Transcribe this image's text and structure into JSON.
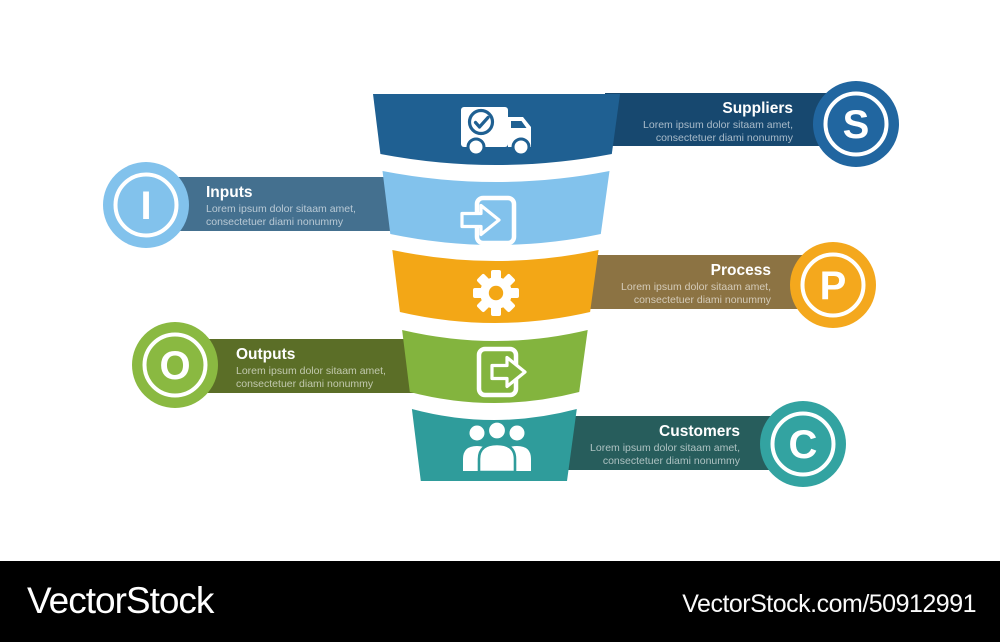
{
  "background_color": "#ffffff",
  "diagram_type": "SIPOC funnel infographic",
  "steps": [
    {
      "id": "suppliers",
      "letter": "S",
      "title": "Suppliers",
      "desc1": "Lorem ipsum dolor sitaam amet,",
      "desc2": "consectetuer diami nonummy",
      "side": "right",
      "segment_color": "#1f6092",
      "banner_color": "#17486f",
      "circle_color": "#2166a0",
      "icon": "truck-check-icon"
    },
    {
      "id": "inputs",
      "letter": "I",
      "title": "Inputs",
      "desc1": "Lorem ipsum dolor sitaam amet,",
      "desc2": "consectetuer diami nonummy",
      "side": "left",
      "segment_color": "#82c2ec",
      "banner_color": "#44708f",
      "circle_color": "#82c2ec",
      "icon": "login-arrow-icon"
    },
    {
      "id": "process",
      "letter": "P",
      "title": "Process",
      "desc1": "Lorem ipsum dolor sitaam amet,",
      "desc2": "consectetuer diami nonummy",
      "side": "right",
      "segment_color": "#f3a716",
      "banner_color": "#8c7343",
      "circle_color": "#f4a81d",
      "icon": "gear-icon"
    },
    {
      "id": "outputs",
      "letter": "O",
      "title": "Outputs",
      "desc1": "Lorem ipsum dolor sitaam amet,",
      "desc2": "consectetuer diami nonummy",
      "side": "left",
      "segment_color": "#83b43e",
      "banner_color": "#5b6e27",
      "circle_color": "#8ab941",
      "icon": "logout-arrow-icon"
    },
    {
      "id": "customers",
      "letter": "C",
      "title": "Customers",
      "desc1": "Lorem ipsum dolor sitaam amet,",
      "desc2": "consectetuer diami nonummy",
      "side": "right",
      "segment_color": "#2f9c9b",
      "banner_color": "#275d5c",
      "circle_color": "#33a3a1",
      "icon": "users-group-icon"
    }
  ],
  "watermark": {
    "logo_text": "VectorStock",
    "credit_text": "VectorStock.com/50912991",
    "bar_color": "#000000"
  }
}
